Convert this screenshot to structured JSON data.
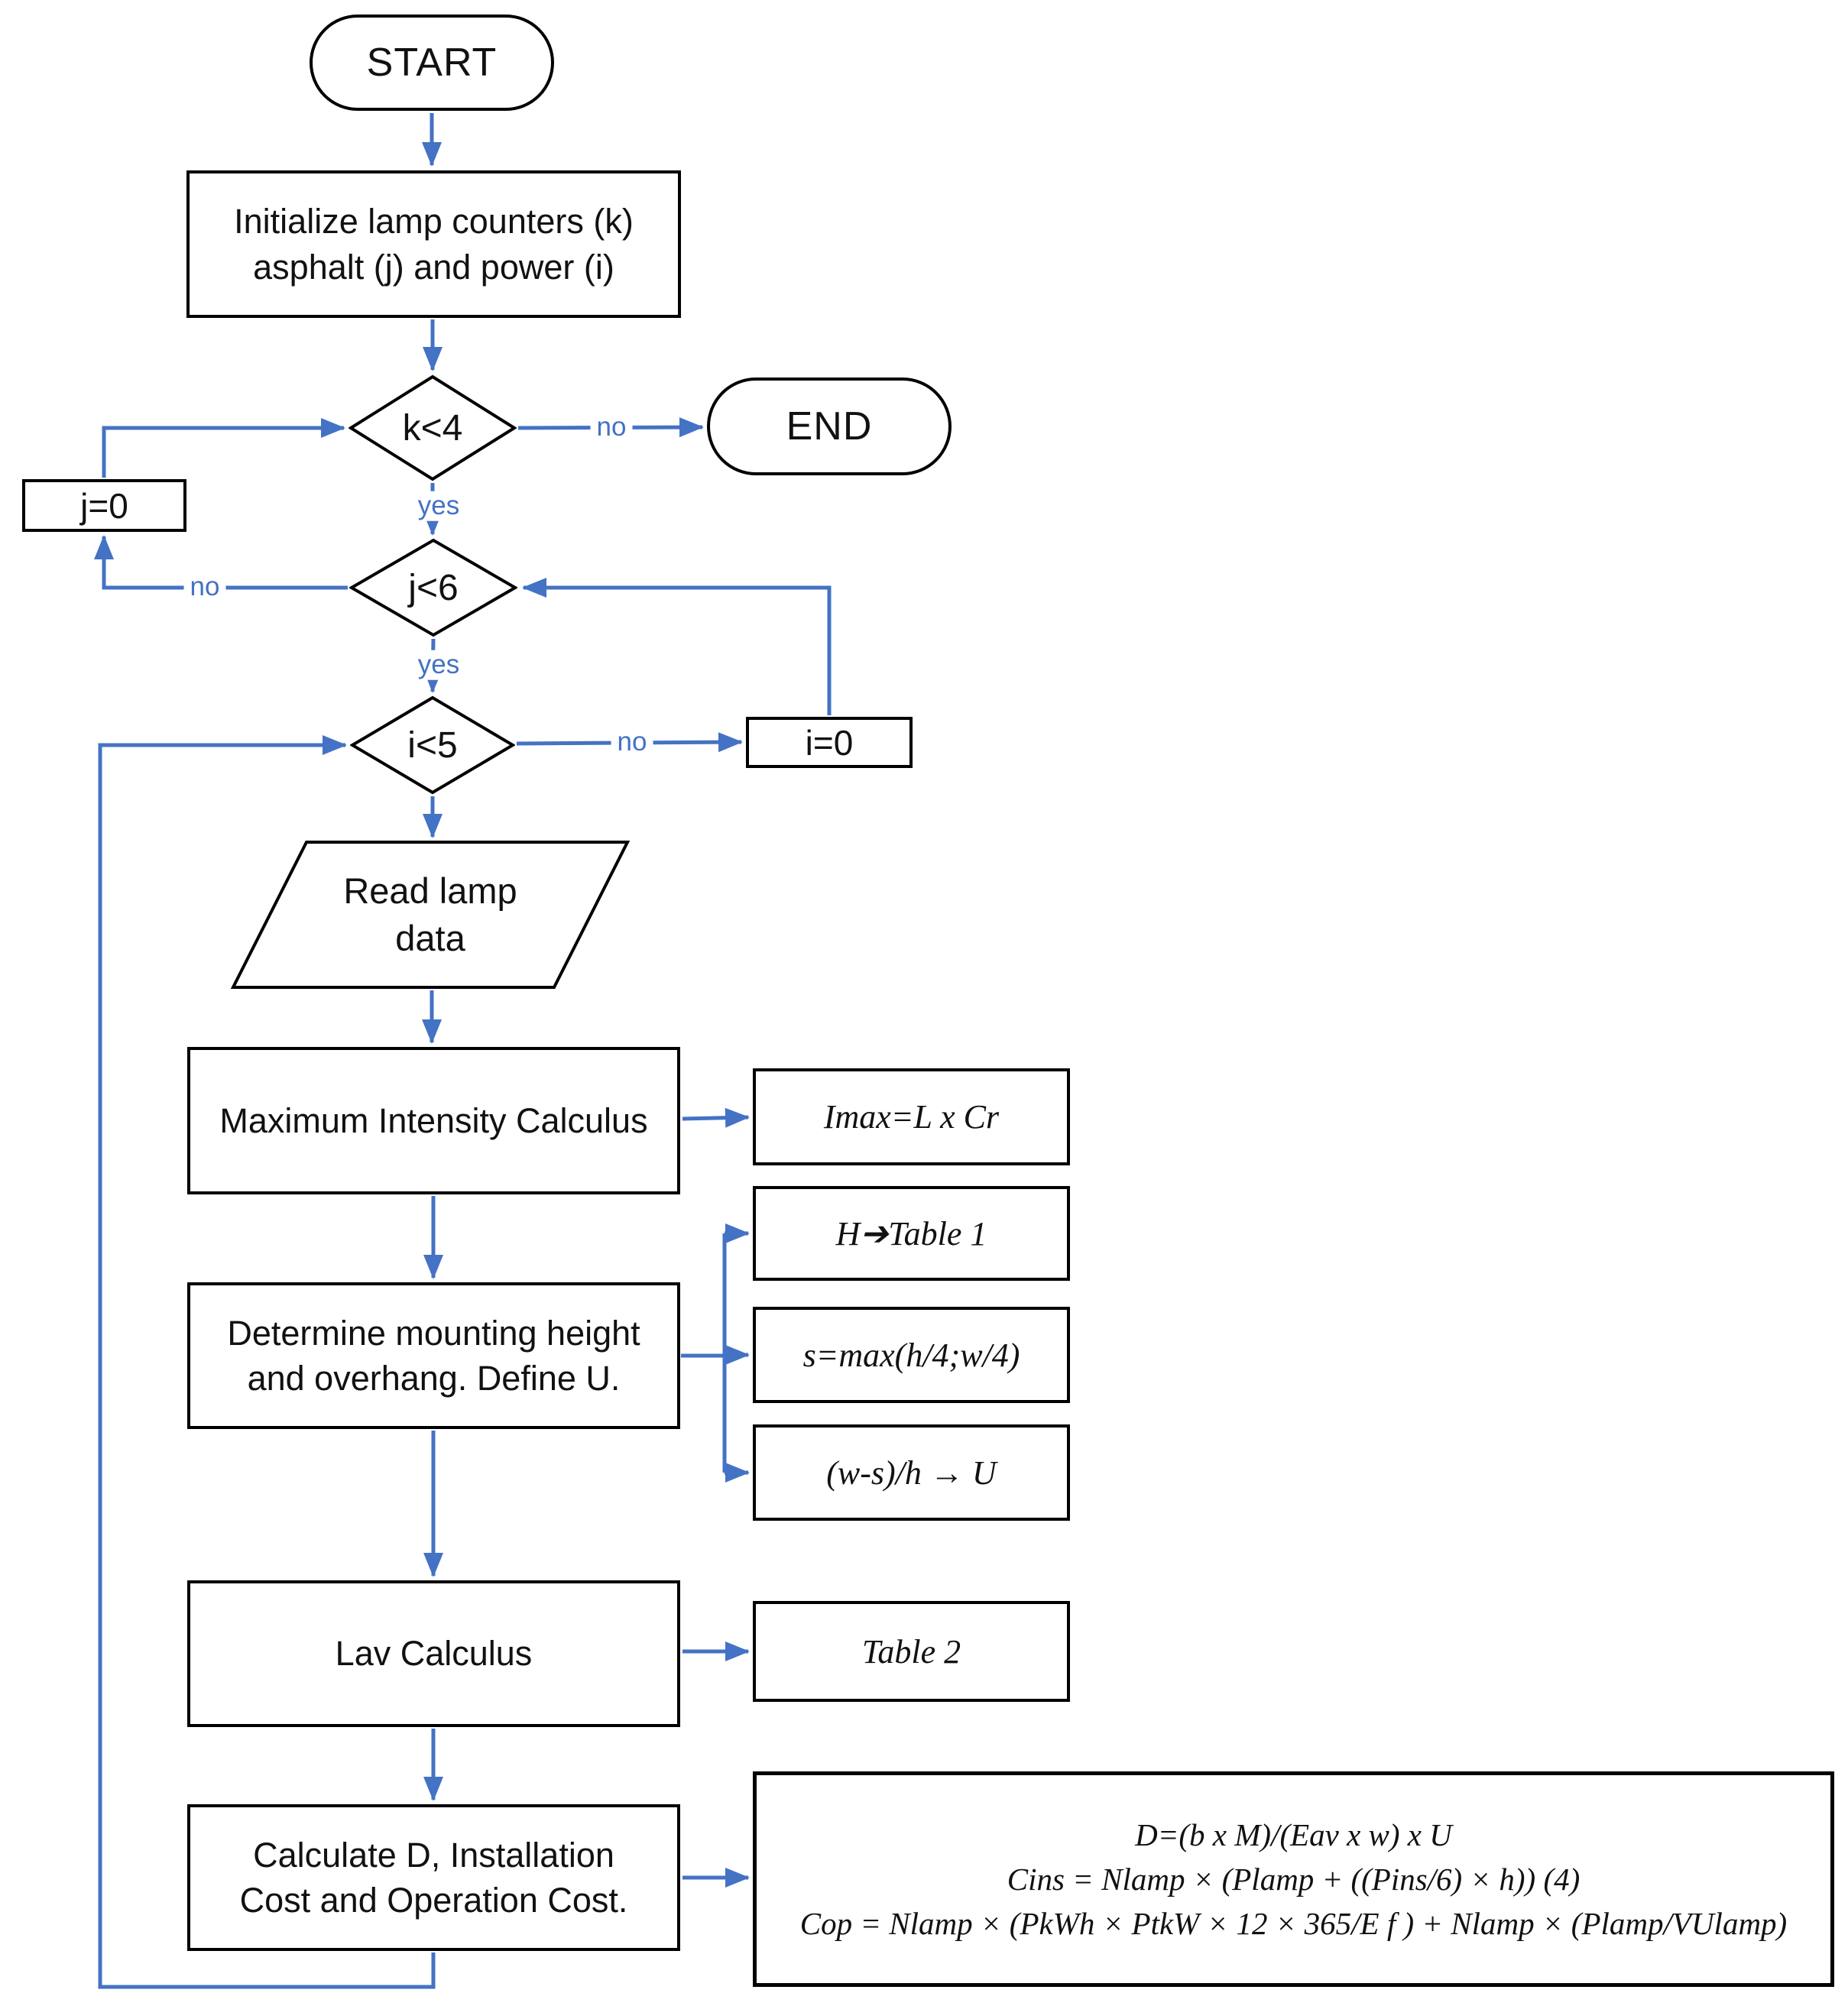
{
  "colors": {
    "connector_blue": "#4472C4",
    "shape_border": "#000000",
    "text": "#111111",
    "background": "#ffffff"
  },
  "nodes": {
    "start": {
      "label": "START"
    },
    "init": {
      "line1": "Initialize lamp counters (k)",
      "line2": "asphalt (j) and power (i)"
    },
    "k4": {
      "label": "k<4"
    },
    "end": {
      "label": "END"
    },
    "j0": {
      "label": "j=0"
    },
    "j6": {
      "label": "j<6"
    },
    "i5": {
      "label": "i<5"
    },
    "i0": {
      "label": "i=0"
    },
    "read": {
      "line1": "Read lamp",
      "line2": "data"
    },
    "max_intensity": {
      "label": "Maximum Intensity Calculus"
    },
    "imax": {
      "label": "Imax=L x Cr"
    },
    "determine": {
      "line1": "Determine mounting height",
      "line2": "and overhang. Define U."
    },
    "h_table": {
      "label": "H➔Table 1"
    },
    "smax": {
      "label": "s=max(h/4;w/4)"
    },
    "ws_u": {
      "label": "(w-s)/h → U"
    },
    "lav": {
      "label": "Lav Calculus"
    },
    "table2": {
      "label": "Table 2"
    },
    "calc": {
      "line1": "Calculate D, Installation",
      "line2": "Cost and Operation Cost."
    },
    "formulas": {
      "line1": "D=(b x M)/(Eav x w) x U",
      "line2": "Cins = Nlamp × (Plamp + ((Pins/6) × h)) (4)",
      "line3": "Cop = Nlamp × (PkWh × PtkW × 12 × 365/E f ) + Nlamp × (Plamp/VUlamp)"
    }
  },
  "edge_labels": {
    "k4_no": "no",
    "k4_yes": "yes",
    "j6_no": "no",
    "j6_yes": "yes",
    "i5_no": "no"
  }
}
